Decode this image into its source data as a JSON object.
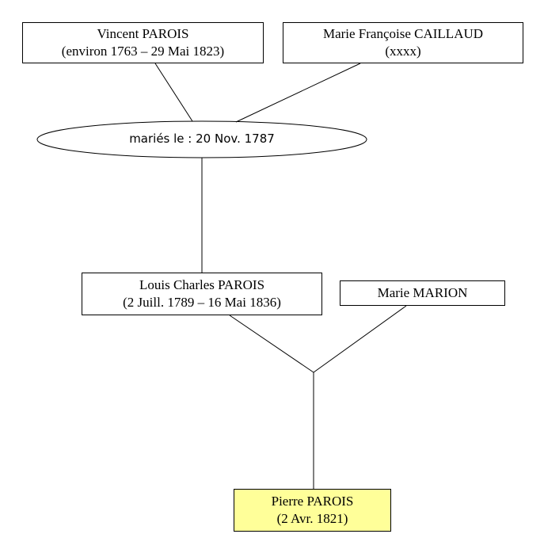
{
  "persons": {
    "vincent": {
      "name": "Vincent PAROIS",
      "dates": "(environ 1763 – 29 Mai 1823)"
    },
    "marie_francoise": {
      "name": "Marie Françoise CAILLAUD",
      "dates": "(xxxx)"
    },
    "louis": {
      "name": "Louis Charles PAROIS",
      "dates": "(2 Juill. 1789 – 16 Mai 1836)"
    },
    "marie_marion": {
      "name": "Marie MARION"
    },
    "pierre": {
      "name": "Pierre PAROIS",
      "dates": "(2 Avr. 1821)"
    }
  },
  "marriage": {
    "label": "mariés le : 20 Nov. 1787"
  },
  "colors": {
    "highlight": "#ffff99",
    "line": "#000000"
  }
}
